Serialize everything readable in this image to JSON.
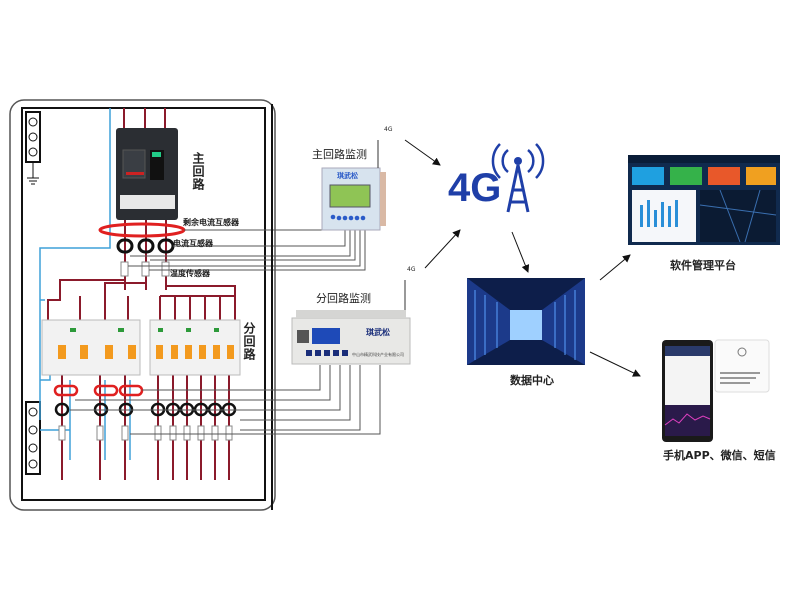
{
  "labels": {
    "main_circuit": "主回路",
    "branch_circuit": "分回路",
    "residual_ct": "剩余电流互感器",
    "ct": "电流互感器",
    "temp_sensor": "温度传感器",
    "main_monitor": "主回路监测",
    "branch_monitor": "分回路监测",
    "signal_4g_a": "4G",
    "signal_4g_b": "4G",
    "logo_4g": "4G",
    "data_center": "数据中心",
    "software_platform": "软件管理平台",
    "mobile": "手机APP、微信、短信"
  },
  "devices": {
    "main_brand": "琪武松",
    "branch_brand": "琪武松",
    "branch_company": "中山市精武科技产业有限公司"
  },
  "colors": {
    "live": "#8b1a2b",
    "neutral": "#3fa0d8",
    "rcd": "#e02020",
    "signal": "#222222",
    "tower": "#1f3fa8"
  }
}
